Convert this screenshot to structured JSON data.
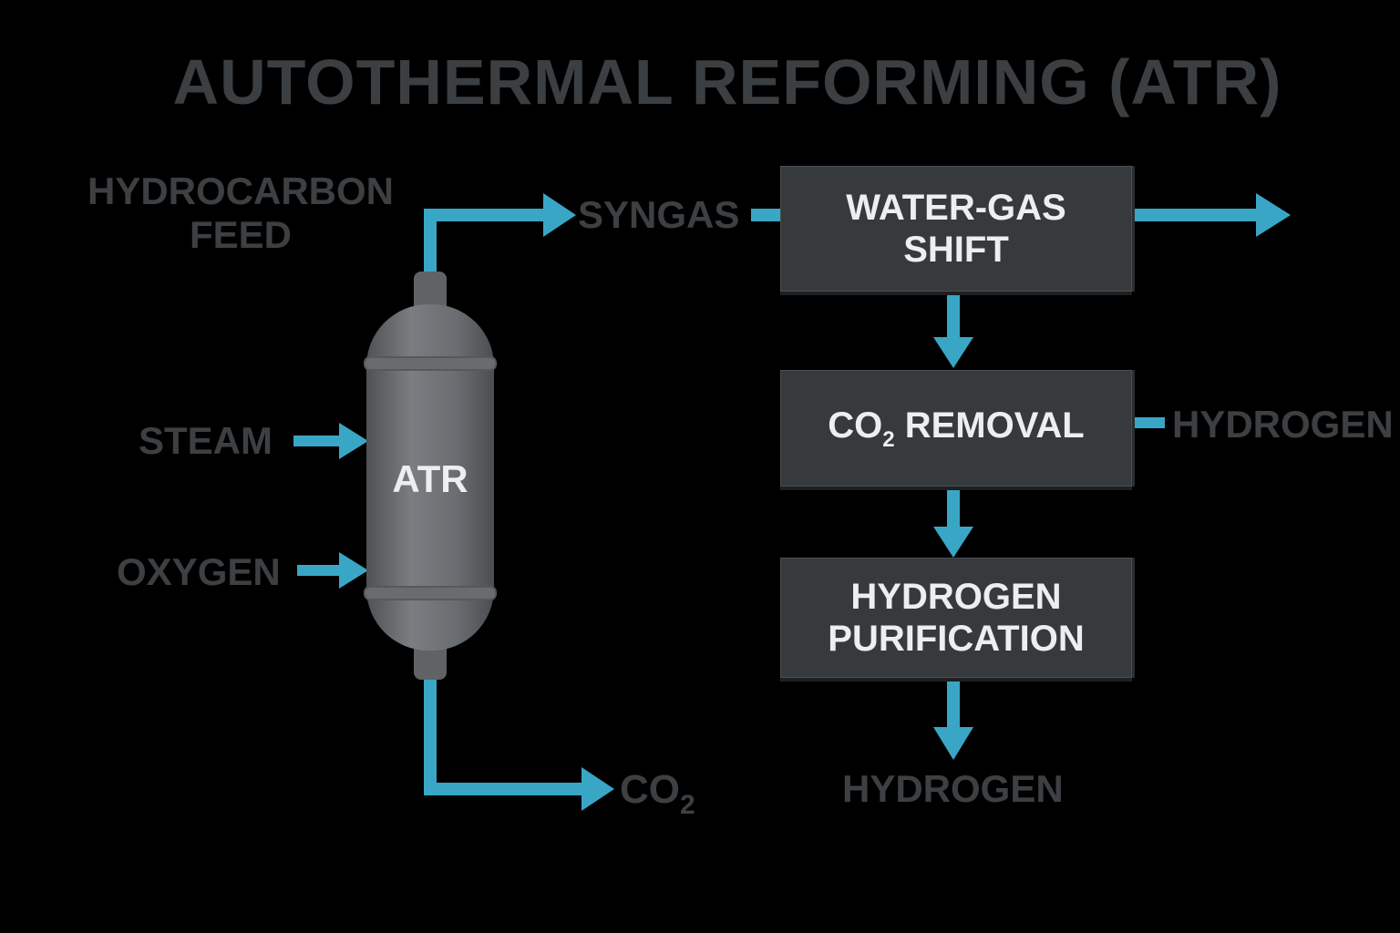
{
  "title": "AUTOTHERMAL REFORMING (ATR)",
  "inputs": {
    "feed_line1": "HYDROCARBON",
    "feed_line2": "FEED",
    "steam": "STEAM",
    "oxygen": "OXYGEN"
  },
  "vessel": {
    "label": "ATR"
  },
  "streams": {
    "syngas": "SYNGAS",
    "co2_main": "CO",
    "co2_sub": "2",
    "hydrogen_side": "HYDROGEN",
    "hydrogen_out": "HYDROGEN"
  },
  "units": {
    "wgs_line1": "WATER-GAS",
    "wgs_line2": "SHIFT",
    "co2_removal_pre": "CO",
    "co2_removal_sub": "2",
    "co2_removal_post": " REMOVAL",
    "purification_line1": "HYDROGEN",
    "purification_line2": "PURIFICATION"
  },
  "colors": {
    "background": "#000000",
    "arrow": "#3aa6c6",
    "box": "#373a3d",
    "vessel": "#6e7275",
    "label_dark": "#3d4043",
    "label_light": "#eceff1"
  }
}
